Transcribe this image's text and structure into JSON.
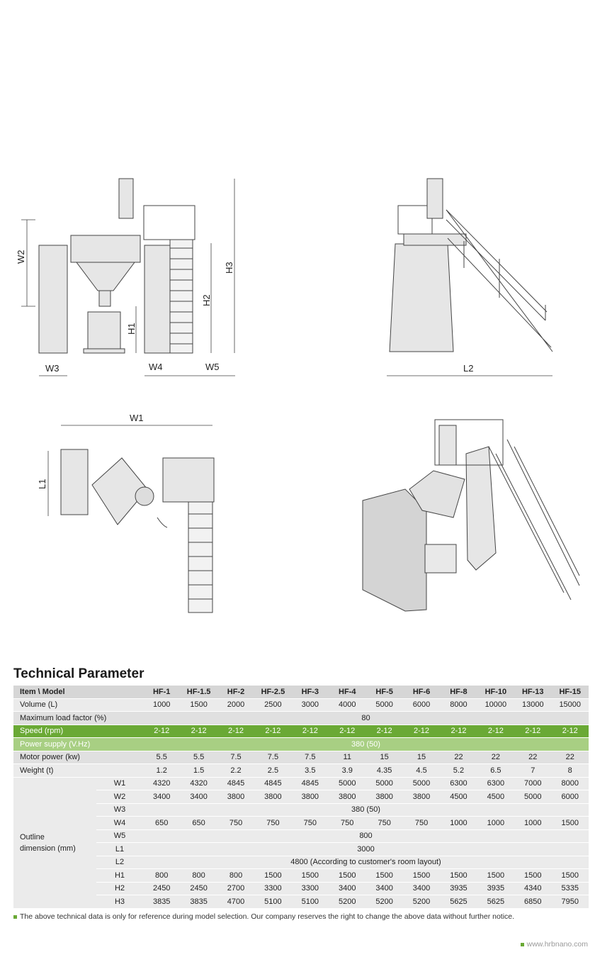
{
  "diagram_labels": {
    "w1": "W1",
    "w2": "W2",
    "w3": "W3",
    "w4": "W4",
    "w5": "W5",
    "h1": "H1",
    "h2": "H2",
    "h3": "H3",
    "l1": "L1",
    "l2": "L2"
  },
  "table_title": "Technical Parameter",
  "header": {
    "item": "Item \\ Model",
    "models": [
      "HF-1",
      "HF-1.5",
      "HF-2",
      "HF-2.5",
      "HF-3",
      "HF-4",
      "HF-5",
      "HF-6",
      "HF-8",
      "HF-10",
      "HF-13",
      "HF-15"
    ]
  },
  "rows": {
    "volume": {
      "label": "Volume (L)",
      "values": [
        "1000",
        "1500",
        "2000",
        "2500",
        "3000",
        "4000",
        "5000",
        "6000",
        "8000",
        "10000",
        "13000",
        "15000"
      ]
    },
    "load": {
      "label": "Maximum load factor (%)",
      "value": "80"
    },
    "speed": {
      "label": "Speed (rpm)",
      "values": [
        "2-12",
        "2-12",
        "2-12",
        "2-12",
        "2-12",
        "2-12",
        "2-12",
        "2-12",
        "2-12",
        "2-12",
        "2-12",
        "2-12"
      ]
    },
    "power_supply": {
      "label": "Power supply (V.Hz)",
      "value": "380 (50)"
    },
    "motor": {
      "label": "Motor power (kw)",
      "values": [
        "5.5",
        "5.5",
        "7.5",
        "7.5",
        "7.5",
        "11",
        "15",
        "15",
        "22",
        "22",
        "22",
        "22"
      ]
    },
    "weight": {
      "label": "Weight (t)",
      "values": [
        "1.2",
        "1.5",
        "2.2",
        "2.5",
        "3.5",
        "3.9",
        "4.35",
        "4.5",
        "5.2",
        "6.5",
        "7",
        "8"
      ]
    }
  },
  "outline": {
    "label_line1": "Outline",
    "label_line2": "dimension (mm)",
    "w1": {
      "label": "W1",
      "values": [
        "4320",
        "4320",
        "4845",
        "4845",
        "4845",
        "5000",
        "5000",
        "5000",
        "6300",
        "6300",
        "7000",
        "8000"
      ]
    },
    "w2": {
      "label": "W2",
      "values": [
        "3400",
        "3400",
        "3800",
        "3800",
        "3800",
        "3800",
        "3800",
        "3800",
        "4500",
        "4500",
        "5000",
        "6000"
      ]
    },
    "w3": {
      "label": "W3",
      "value": "380 (50)"
    },
    "w4": {
      "label": "W4",
      "values": [
        "650",
        "650",
        "750",
        "750",
        "750",
        "750",
        "750",
        "750",
        "1000",
        "1000",
        "1000",
        "1500"
      ]
    },
    "w5": {
      "label": "W5",
      "value": "800"
    },
    "l1": {
      "label": "L1",
      "value": "3000"
    },
    "l2": {
      "label": "L2",
      "value": "4800 (According to customer's room layout)"
    },
    "h1": {
      "label": "H1",
      "values": [
        "800",
        "800",
        "800",
        "1500",
        "1500",
        "1500",
        "1500",
        "1500",
        "1500",
        "1500",
        "1500",
        "1500"
      ]
    },
    "h2": {
      "label": "H2",
      "values": [
        "2450",
        "2450",
        "2700",
        "3300",
        "3300",
        "3400",
        "3400",
        "3400",
        "3935",
        "3935",
        "4340",
        "5335"
      ]
    },
    "h3": {
      "label": "H3",
      "values": [
        "3835",
        "3835",
        "4700",
        "5100",
        "5100",
        "5200",
        "5200",
        "5200",
        "5625",
        "5625",
        "6850",
        "7950"
      ]
    }
  },
  "note": "The above technical data is only for reference during model selection. Our company reserves the right to change the above data without further notice.",
  "website": "www.hrbnano.com",
  "colors": {
    "green": "#6aa935",
    "light_green": "#a8cf83",
    "gray": "#e0e0e0"
  }
}
